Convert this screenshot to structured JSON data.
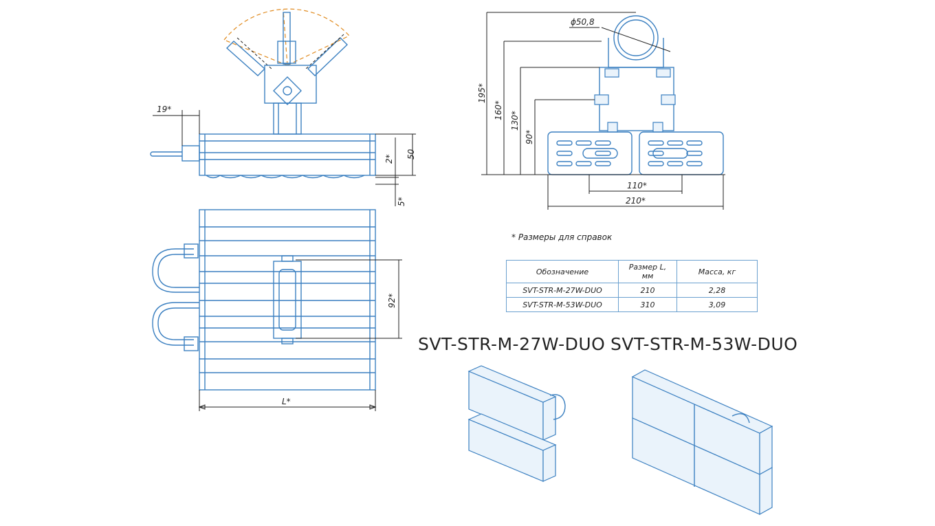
{
  "dimensions": {
    "d19": "19*",
    "d50": "50",
    "d2": "2*",
    "d5": "5*",
    "d92": "92*",
    "dL": "L*",
    "d_diam": "ϕ50,8",
    "d195": "195*",
    "d160": "160*",
    "d130": "130*",
    "d90": "90*",
    "d110": "110*",
    "d210": "210*"
  },
  "note": "* Размеры для справок",
  "table": {
    "headers": [
      "Обозначение",
      "Размер L, мм",
      "Масса, кг"
    ],
    "rows": [
      [
        "SVT-STR-M-27W-DUO",
        "210",
        "2,28"
      ],
      [
        "SVT-STR-M-53W-DUO",
        "310",
        "3,09"
      ]
    ]
  },
  "models": {
    "left": "SVT-STR-M-27W-DUO",
    "right": "SVT-STR-M-53W-DUO"
  },
  "colors": {
    "outline": "#3a7fc0",
    "dimension": "#1f1f1f",
    "rotation_arc": "#e08a1e"
  }
}
